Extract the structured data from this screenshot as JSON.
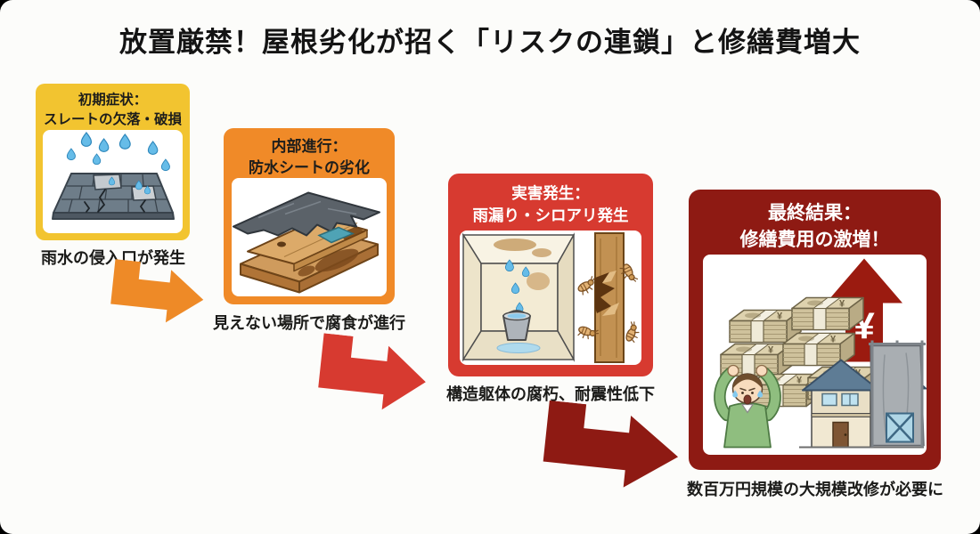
{
  "title": "放置厳禁！屋根劣化が招く「リスクの連鎖」と修繕費増大",
  "stages": [
    {
      "header_line1": "初期症状：",
      "header_line2": "スレートの欠落・破損",
      "caption": "雨水の侵入口が発生",
      "box_color": "#F2C430",
      "header_text_color": "#1d1d1b",
      "illustration": "damaged-slate-roof-with-raindrops"
    },
    {
      "header_line1": "内部進行：",
      "header_line2": "防水シートの劣化",
      "caption": "見えない場所で腐食が進行",
      "box_color": "#F08A28",
      "header_text_color": "#1d1d1b",
      "illustration": "torn-waterproof-sheet-on-wood-layers"
    },
    {
      "header_line1": "実害発生：",
      "header_line2": "雨漏り・シロアリ発生",
      "caption": "構造躯体の腐朽、耐震性低下",
      "box_color": "#D73A30",
      "header_text_color": "#FFFFFF",
      "illustration": "ceiling-leak-bucket-and-termites"
    },
    {
      "header_line1": "最終結果：",
      "header_line2": "修繕費用の激増！",
      "caption": "数百万円規模の大規模改修が必要に",
      "box_color": "#8E1A13",
      "header_text_color": "#FFFFFF",
      "illustration": "money-stacks-worried-man-house-under-renovation",
      "yen_symbol": "¥"
    }
  ],
  "arrows": [
    {
      "from": "stage-1",
      "to": "stage-2",
      "color": "#EE8A27"
    },
    {
      "from": "stage-2",
      "to": "stage-3",
      "color": "#D73A30"
    },
    {
      "from": "stage-3",
      "to": "stage-4",
      "color": "#8E1A13"
    }
  ]
}
